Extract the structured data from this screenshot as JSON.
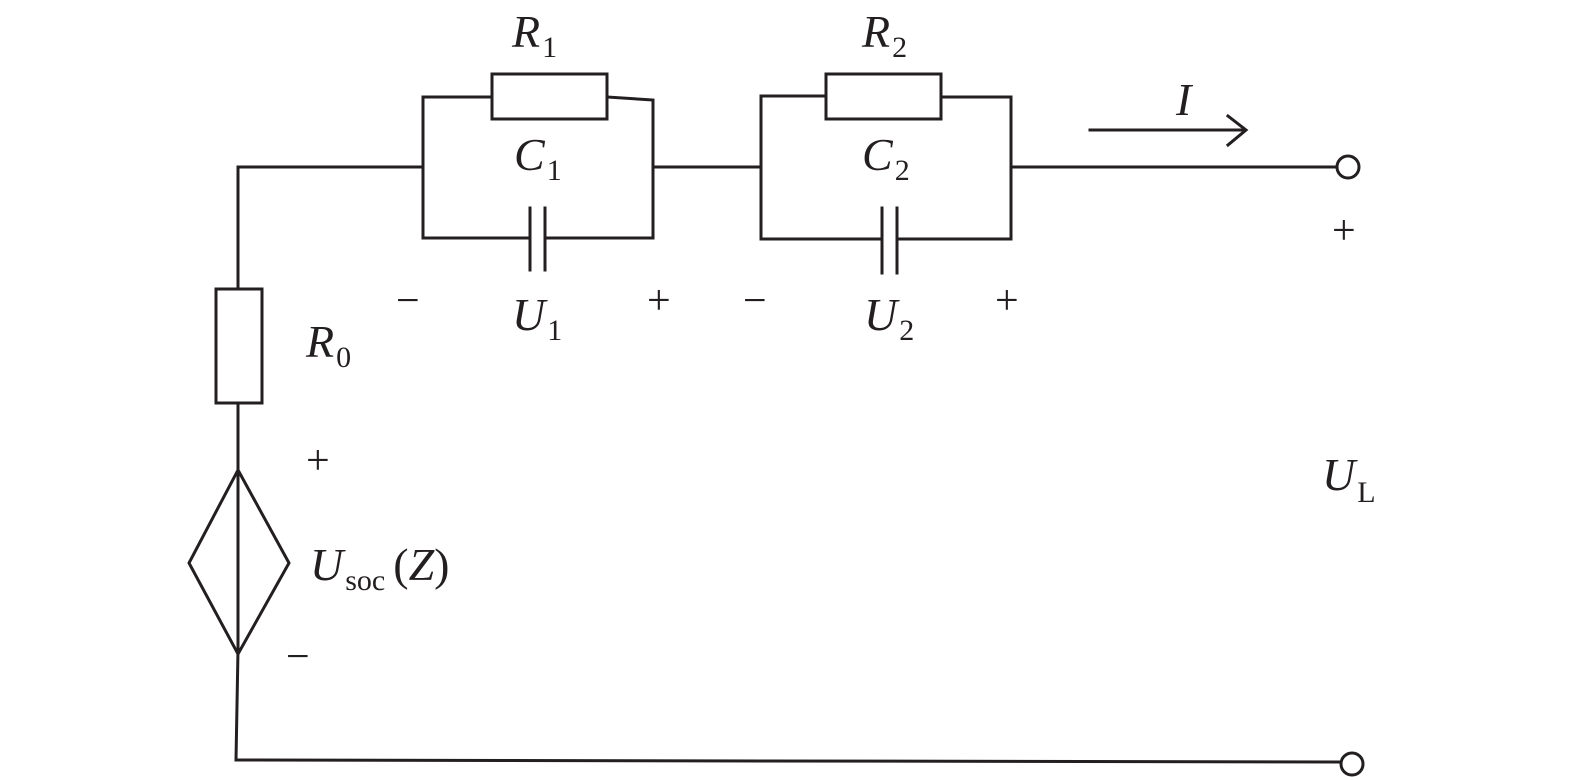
{
  "labels": {
    "R1": {
      "main": "R",
      "sub": "1"
    },
    "R2": {
      "main": "R",
      "sub": "2"
    },
    "C1": {
      "main": "C",
      "sub": "1"
    },
    "C2": {
      "main": "C",
      "sub": "2"
    },
    "U1": {
      "main": "U",
      "sub": "1"
    },
    "U2": {
      "main": "U",
      "sub": "2"
    },
    "R0": {
      "main": "R",
      "sub": "0"
    },
    "UL": {
      "main": "U",
      "sub": "L"
    },
    "I": "I",
    "Usoc": {
      "main": "U",
      "sub": "soc",
      "open": "(",
      "arg": "Z",
      "close": ")"
    }
  },
  "signs": {
    "plus": "+",
    "minus": "−"
  }
}
